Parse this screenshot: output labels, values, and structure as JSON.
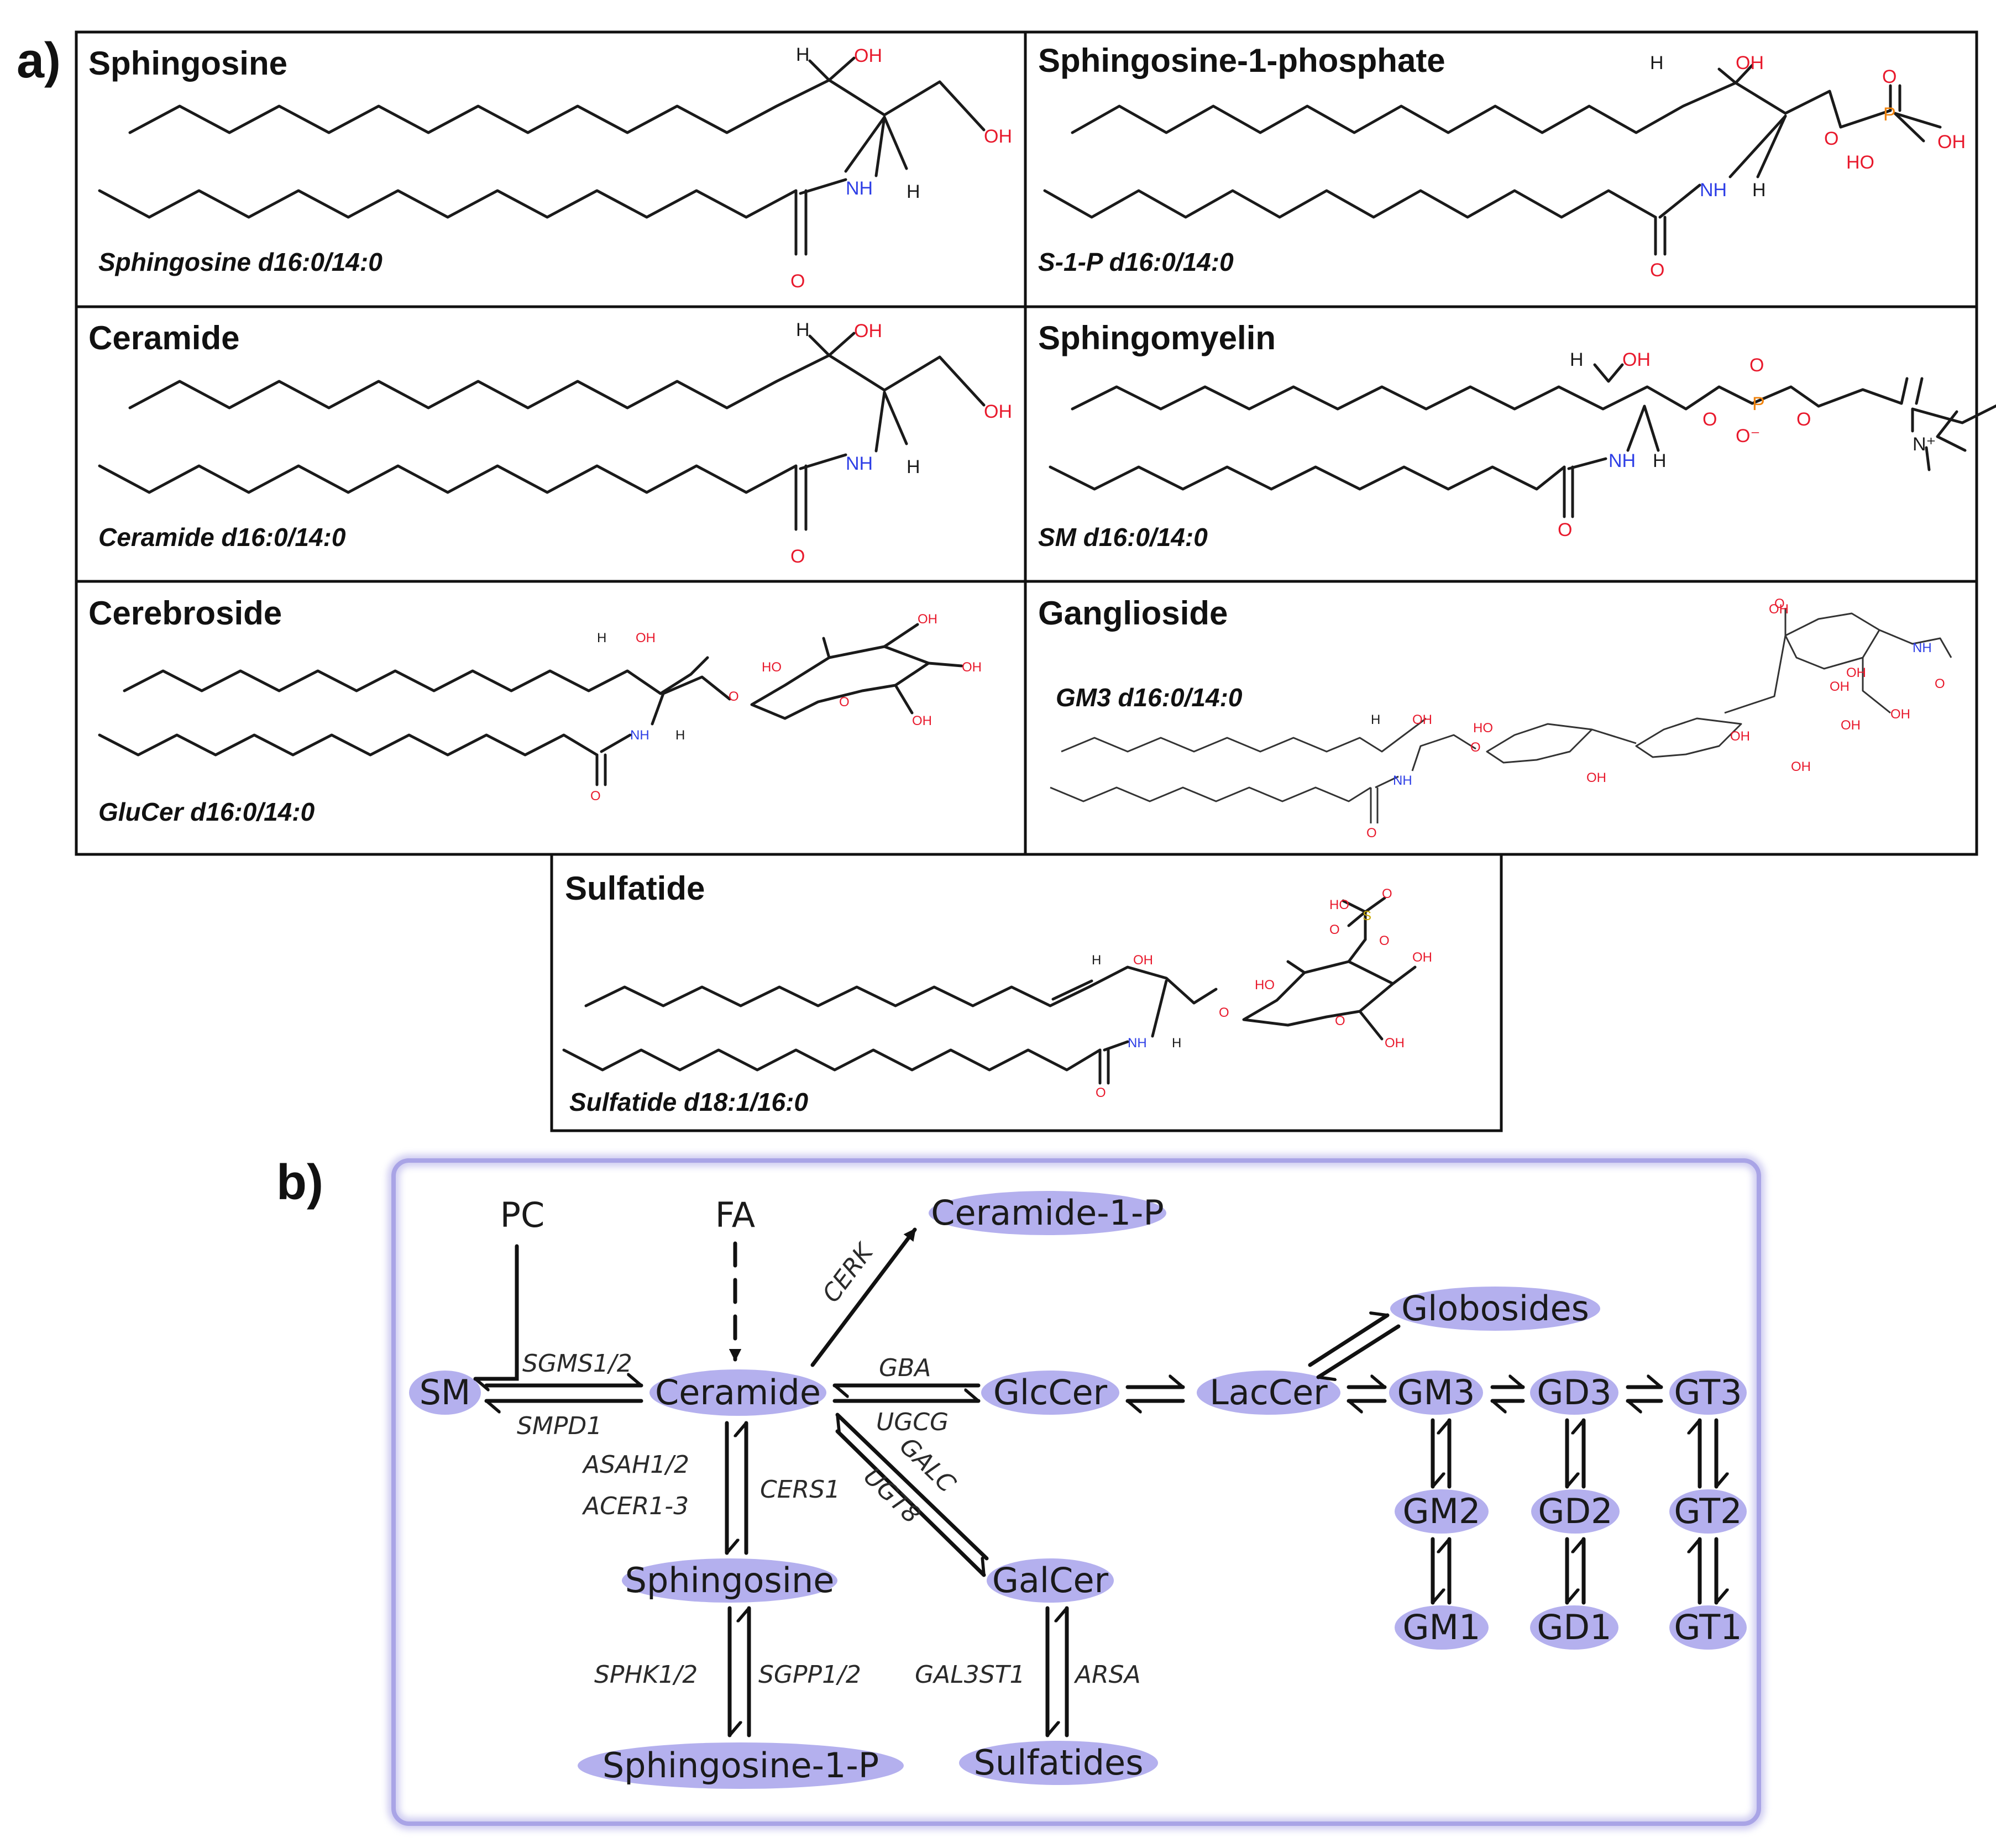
{
  "panel_a": {
    "letter": "a)",
    "structures": [
      {
        "id": "sphingosine",
        "title": "Sphingosine",
        "caption": "Sphingosine d16:0/14:0"
      },
      {
        "id": "s1p",
        "title": "Sphingosine-1-phosphate",
        "caption": "S-1-P d16:0/14:0"
      },
      {
        "id": "ceramide",
        "title": "Ceramide",
        "caption": "Ceramide d16:0/14:0"
      },
      {
        "id": "sphingomyelin",
        "title": "Sphingomyelin",
        "caption": "SM d16:0/14:0"
      },
      {
        "id": "cerebroside",
        "title": "Cerebroside",
        "caption": "GluCer d16:0/14:0"
      },
      {
        "id": "ganglioside",
        "title": "Ganglioside",
        "caption": "GM3 d16:0/14:0"
      },
      {
        "id": "sulfatide",
        "title": "Sulfatide",
        "caption": "Sulfatide d18:1/16:0"
      }
    ],
    "atoms": {
      "H": "H",
      "OH": "OH",
      "HO": "HO",
      "NH": "NH",
      "O": "O",
      "P": "P",
      "S": "S",
      "O_minus": "O⁻",
      "N_plus": "N⁺"
    },
    "atom_colors": {
      "O": "#e8192c",
      "N": "#2d3ee6",
      "P": "#f0820a",
      "S": "#c8a800",
      "C": "#1a1a1a"
    }
  },
  "panel_b": {
    "letter": "b)",
    "sources": {
      "pc": "PC",
      "fa": "FA"
    },
    "nodes": {
      "sm": "SM",
      "ceramide": "Ceramide",
      "ceramide_1_p": "Ceramide-1-P",
      "glccer": "GlcCer",
      "laccer": "LacCer",
      "globosides": "Globosides",
      "gm3": "GM3",
      "gd3": "GD3",
      "gt3": "GT3",
      "gm2": "GM2",
      "gd2": "GD2",
      "gt2": "GT2",
      "gm1": "GM1",
      "gd1": "GD1",
      "gt1": "GT1",
      "sphingosine": "Sphingosine",
      "sphingosine_1_p": "Sphingosine-1-P",
      "galcer": "GalCer",
      "sulfatides": "Sulfatides"
    },
    "enzymes": {
      "sgms": "SGMS1/2",
      "smpd": "SMPD1",
      "cerk": "CERK",
      "gba": "GBA",
      "ugcg": "UGCG",
      "galc": "GALC",
      "ugt8": "UGT8",
      "asah": "ASAH1/2",
      "acer": "ACER1-3",
      "cers": "CERS1",
      "sphk": "SPHK1/2",
      "sgpp": "SGPP1/2",
      "gal3st1": "GAL3ST1",
      "arsa": "ARSA"
    },
    "colors": {
      "node_fill": "#b4b0ee",
      "frame": "#a9a4e6",
      "arrow": "#111111"
    }
  }
}
